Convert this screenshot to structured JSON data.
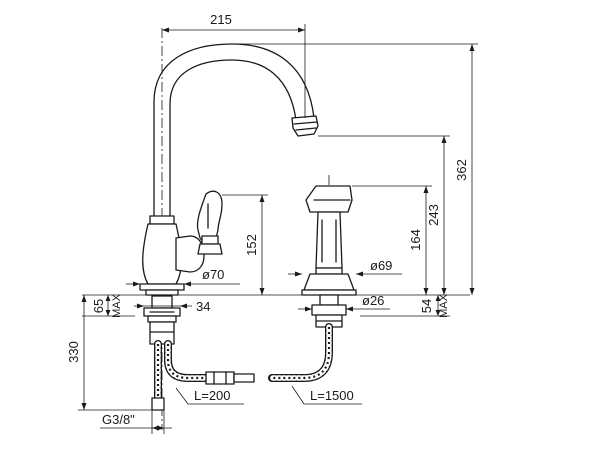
{
  "dimensions": {
    "spout_reach": "215",
    "total_height": "362",
    "spout_outlet_height": "243",
    "spray_height": "164",
    "handle_height": "152",
    "faucet_base_diameter": "ø70",
    "spray_base_diameter": "ø69",
    "faucet_deck_thickness": "65",
    "faucet_deck_max": "MAX",
    "shank_width": "34",
    "spray_hole_diameter": "ø26",
    "spray_deck_thickness": "54",
    "spray_deck_max": "MAX",
    "hose_total_drop": "330",
    "faucet_hose_length": "L=200",
    "spray_hose_length": "L=1500",
    "connection_thread": "G3/8\""
  }
}
